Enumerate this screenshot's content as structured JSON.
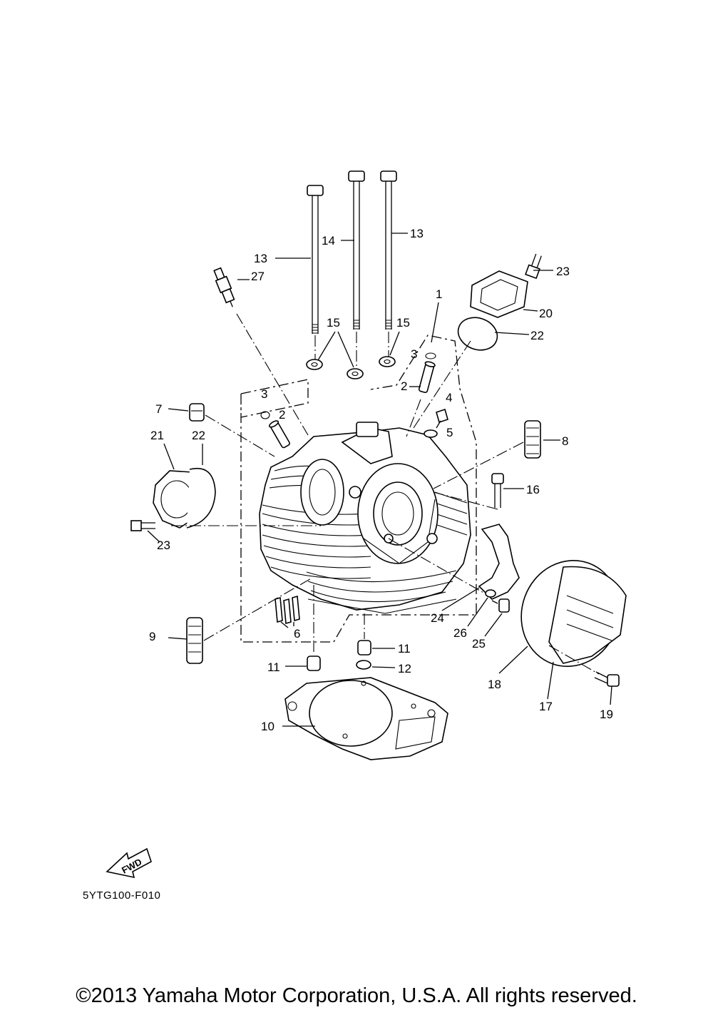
{
  "diagram": {
    "callouts": [
      "1",
      "2",
      "2",
      "3",
      "3",
      "4",
      "5",
      "6",
      "7",
      "8",
      "9",
      "10",
      "11",
      "11",
      "12",
      "13",
      "13",
      "14",
      "15",
      "15",
      "16",
      "17",
      "18",
      "19",
      "20",
      "21",
      "22",
      "22",
      "23",
      "23",
      "24",
      "25",
      "26",
      "27"
    ],
    "fwd_label": "FWD",
    "drawing_code": "5YTG100-F010"
  },
  "footer": {
    "copyright": "©2013 Yamaha Motor Corporation, U.S.A. All rights reserved."
  }
}
